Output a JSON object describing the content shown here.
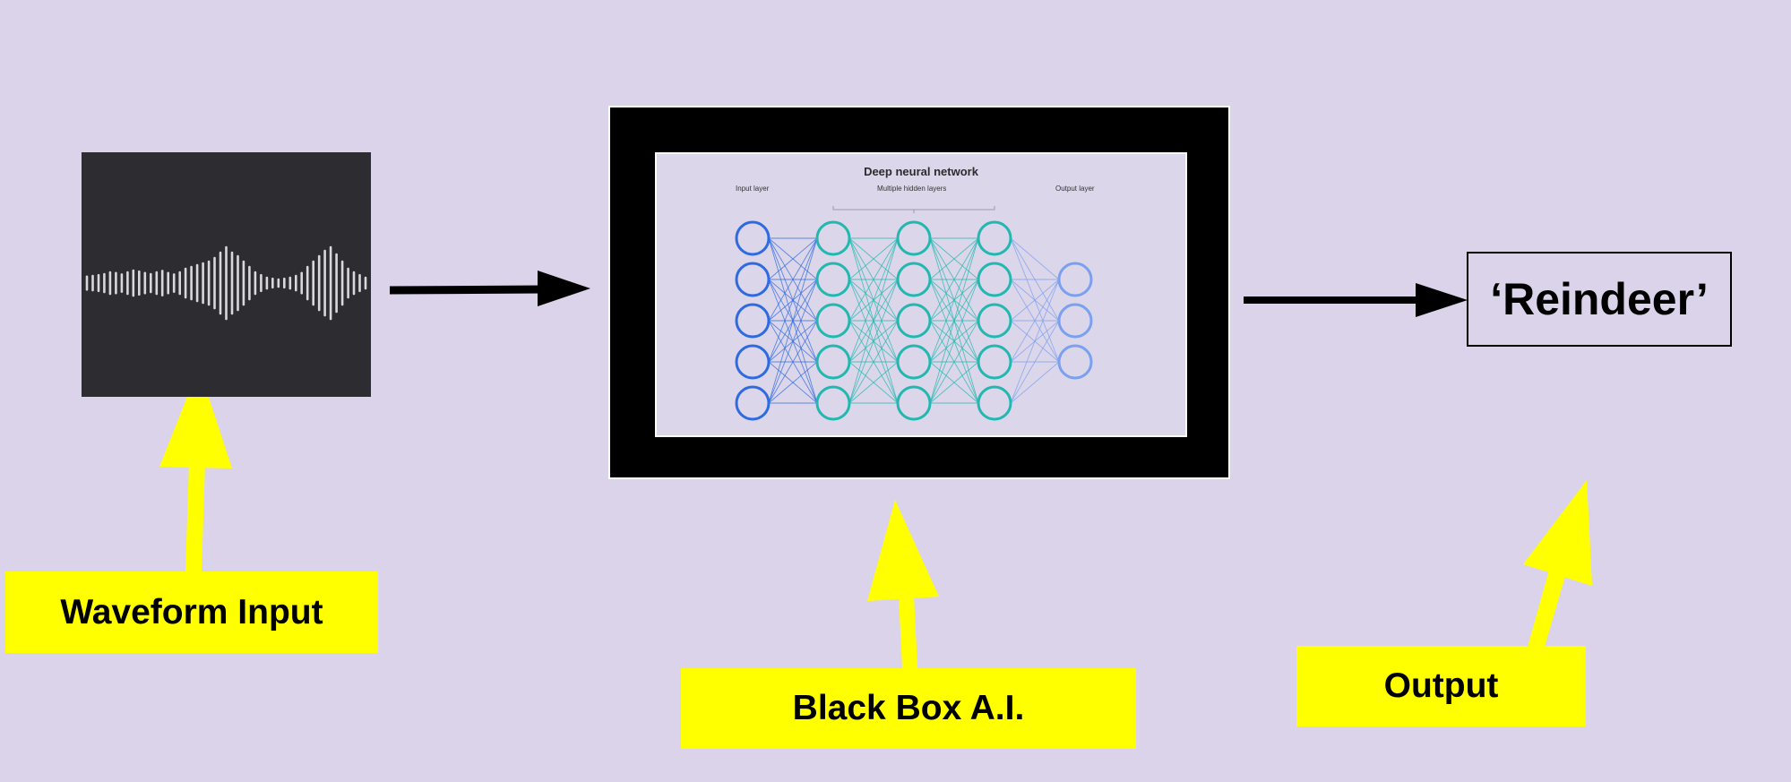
{
  "diagram": {
    "input_panel": {
      "icon": "waveform-icon",
      "background": "#2d2c31",
      "bar_color": "#d8d8dc",
      "bar_heights": [
        0.18,
        0.2,
        0.22,
        0.25,
        0.3,
        0.28,
        0.24,
        0.3,
        0.35,
        0.32,
        0.28,
        0.25,
        0.3,
        0.34,
        0.28,
        0.24,
        0.3,
        0.4,
        0.45,
        0.5,
        0.55,
        0.6,
        0.7,
        0.85,
        1.0,
        0.85,
        0.75,
        0.6,
        0.45,
        0.3,
        0.22,
        0.15,
        0.12,
        0.1,
        0.12,
        0.15,
        0.2,
        0.28,
        0.45,
        0.6,
        0.75,
        0.9,
        1.0,
        0.8,
        0.6,
        0.4,
        0.3,
        0.22,
        0.15
      ]
    },
    "black_box": {
      "frame_color": "#000000",
      "network": {
        "title": "Deep neural network",
        "input_layer_label": "Input layer",
        "hidden_layers_label": "Multiple hidden layers",
        "output_layer_label": "Output layer",
        "layer_sizes": [
          5,
          5,
          5,
          5,
          3
        ],
        "input_color": "#2f6be0",
        "hidden_color": "#22b8b0",
        "output_color": "#7aa0f0"
      }
    },
    "output": {
      "text": "‘Reindeer’"
    },
    "callouts": {
      "waveform": "Waveform Input",
      "black_box": "Black Box A.I.",
      "output": "Output"
    },
    "colors": {
      "background": "#dbd3ea",
      "callout": "#ffff00",
      "arrow": "#000000",
      "pointer": "#ffff00"
    }
  }
}
